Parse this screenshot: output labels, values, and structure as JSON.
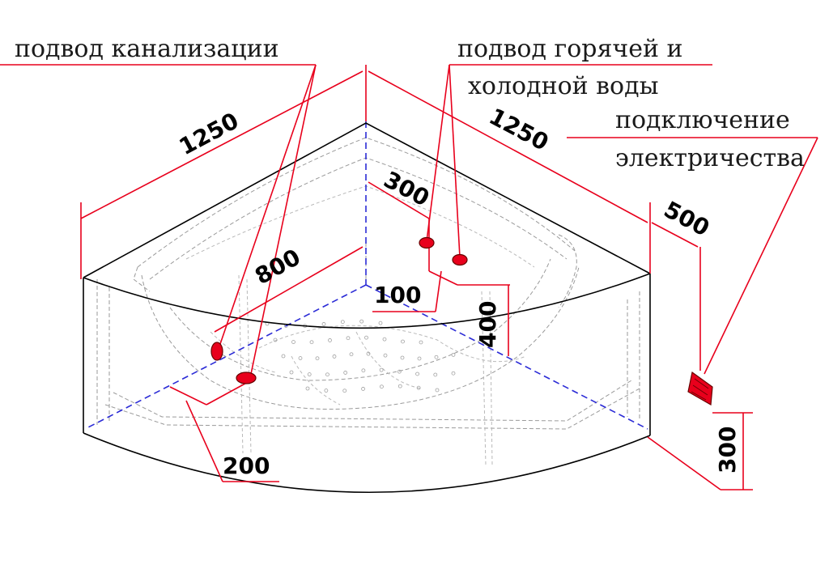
{
  "labels": {
    "drain": "подвод канализации",
    "water_line1": "подвод горячей и",
    "water_line2": "холодной воды",
    "power_line1": "подключение",
    "power_line2": "электричества"
  },
  "dimensions": {
    "left_side": "1250",
    "right_side": "1250",
    "drain_dist": "800",
    "water_offset": "300",
    "water_spacing": "100",
    "water_height": "400",
    "drain_offset": "200",
    "power_offset": "500",
    "power_height": "300"
  },
  "colors": {
    "dimension_lines": "#e8001c",
    "outline": "#000000",
    "hidden_lines": "#9a9a9a",
    "axis_lines": "#2b2bd6",
    "connection_fill": "#e8001c"
  }
}
